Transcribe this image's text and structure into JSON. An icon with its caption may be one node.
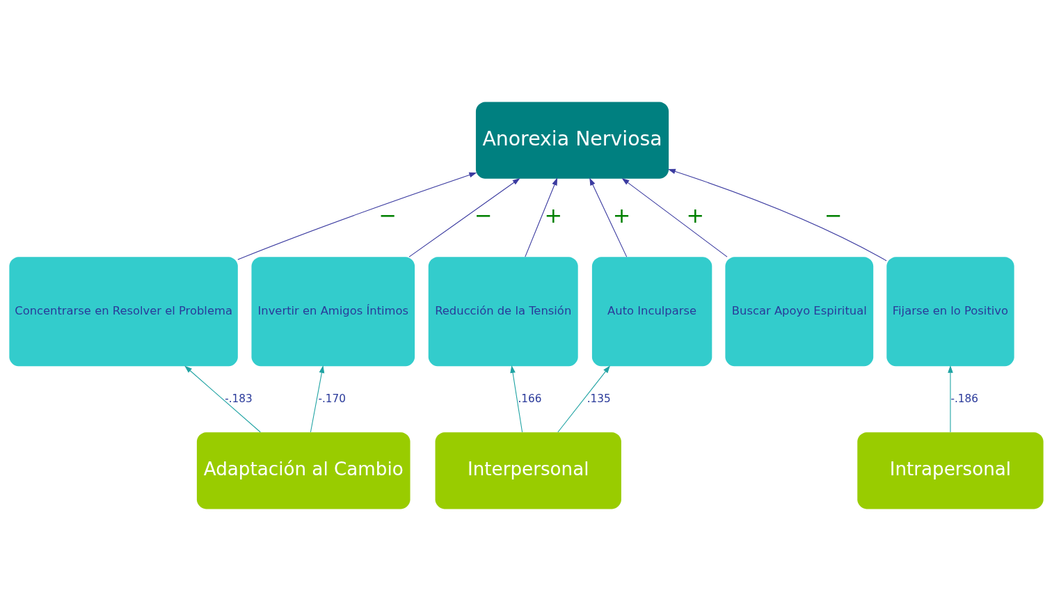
{
  "diagram": {
    "nodes": [
      {
        "text": [
          "Anorexia Nerviosa"
        ]
      },
      {
        "text": [
          "Concentrarse en Resolver el Problema"
        ]
      },
      {
        "text": [
          "Invertir en Amigos Íntimos"
        ]
      },
      {
        "text": [
          "Reducción de la Tensión"
        ]
      },
      {
        "text": [
          "Buscar Apoyo Espiritual"
        ]
      },
      {
        "text": [
          "Auto Inculparse"
        ]
      },
      {
        "text": [
          "Fijarse en lo Positivo"
        ]
      },
      {
        "text": [
          "Adaptación al Cambio"
        ]
      },
      {
        "text": [
          "Interpersonal"
        ]
      },
      {
        "text": [
          "Intrapersonal"
        ]
      }
    ],
    "edges": [
      {
        "from": 1,
        "to": 0,
        "arrow": "to",
        "label": "−"
      },
      {
        "from": 2,
        "to": 0,
        "arrow": "to",
        "label": "−"
      },
      {
        "from": 3,
        "to": 0,
        "arrow": "to",
        "label": "+"
      },
      {
        "from": 4,
        "to": 0,
        "arrow": "to",
        "label": "+"
      },
      {
        "from": 5,
        "to": 0,
        "arrow": "to",
        "label": "+"
      },
      {
        "from": 6,
        "to": 0,
        "arrow": "to",
        "label": "−"
      },
      {
        "from": 7,
        "to": 1,
        "arrow": "to",
        "label": "-.183",
        "color": "#1fa3a3"
      },
      {
        "from": 7,
        "to": 2,
        "arrow": "to",
        "label": "-.170",
        "color": "#1fa3a3"
      },
      {
        "from": 8,
        "to": 3,
        "arrow": "to",
        "label": ".166",
        "color": "#1fa3a3"
      },
      {
        "from": 8,
        "to": 5,
        "arrow": "to",
        "label": ".135",
        "color": "#1fa3a3"
      },
      {
        "from": 9,
        "to": 6,
        "arrow": "to",
        "label": "-.186",
        "color": "#1fa3a3"
      }
    ]
  }
}
